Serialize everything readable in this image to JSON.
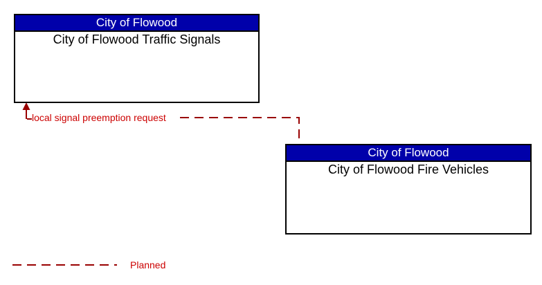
{
  "diagram": {
    "entities": [
      {
        "id": "traffic-signals",
        "header": "City of Flowood",
        "title": "City of Flowood Traffic Signals"
      },
      {
        "id": "fire-vehicles",
        "header": "City of Flowood",
        "title": "City of Flowood Fire Vehicles"
      }
    ],
    "flow": {
      "label": "local signal preemption request",
      "style": "dashed",
      "from": "City of Flowood Fire Vehicles",
      "to": "City of Flowood Traffic Signals"
    },
    "legend": {
      "line_style": "dashed",
      "label": "Planned"
    },
    "colors": {
      "header_bg": "#0000AA",
      "header_text": "#FFFFFF",
      "box_border": "#000000",
      "body_text": "#000000",
      "line": "#990000",
      "label_text": "#CC0000",
      "background": "#FFFFFF"
    }
  }
}
